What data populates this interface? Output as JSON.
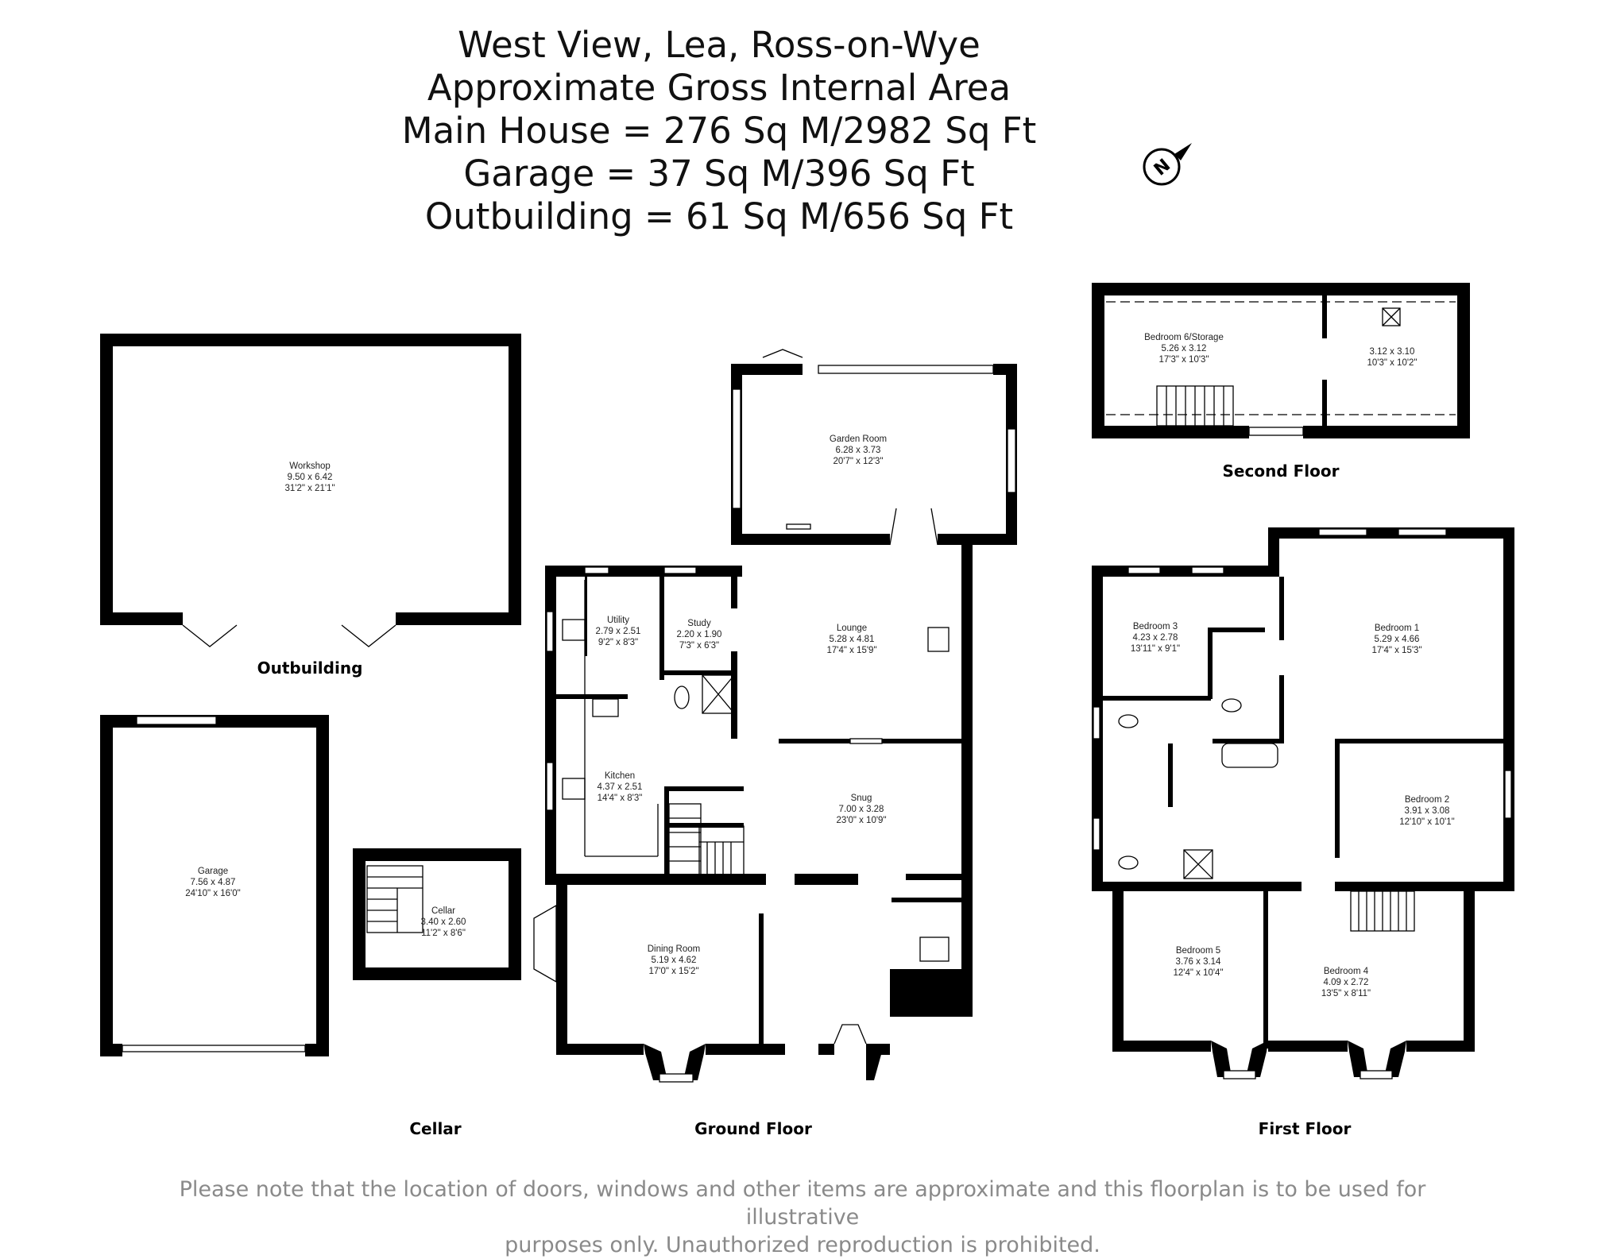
{
  "header": {
    "line1": "West View, Lea, Ross-on-Wye",
    "line2": "Approximate Gross Internal Area",
    "line3": "Main House = 276 Sq M/2982 Sq Ft",
    "line4": "Garage = 37 Sq M/396 Sq Ft",
    "line5": "Outbuilding = 61 Sq M/656 Sq Ft"
  },
  "compass": {
    "icon": "north-arrow-icon",
    "letter": "N"
  },
  "rooms": {
    "workshop": {
      "name": "Workshop",
      "metric": "9.50 x 6.42",
      "imperial": "31'2\" x 21'1\""
    },
    "garage": {
      "name": "Garage",
      "metric": "7.56 x 4.87",
      "imperial": "24'10\" x 16'0\""
    },
    "cellar": {
      "name": "Cellar",
      "metric": "3.40 x 2.60",
      "imperial": "11'2\" x 8'6\""
    },
    "garden_room": {
      "name": "Garden Room",
      "metric": "6.28 x 3.73",
      "imperial": "20'7\" x 12'3\""
    },
    "utility": {
      "name": "Utility",
      "metric": "2.79 x 2.51",
      "imperial": "9'2\" x 8'3\""
    },
    "study": {
      "name": "Study",
      "metric": "2.20 x 1.90",
      "imperial": "7'3\" x 6'3\""
    },
    "lounge": {
      "name": "Lounge",
      "metric": "5.28 x 4.81",
      "imperial": "17'4\" x 15'9\""
    },
    "kitchen": {
      "name": "Kitchen",
      "metric": "4.37 x 2.51",
      "imperial": "14'4\" x 8'3\""
    },
    "snug": {
      "name": "Snug",
      "metric": "7.00 x 3.28",
      "imperial": "23'0\" x 10'9\""
    },
    "dining_room": {
      "name": "Dining Room",
      "metric": "5.19 x 4.62",
      "imperial": "17'0\" x 15'2\""
    },
    "bedroom6": {
      "name": "Bedroom 6/Storage",
      "metric": "5.26 x 3.12",
      "imperial": "17'3\" x 10'3\""
    },
    "storage_2": {
      "metric": "3.12 x 3.10",
      "imperial": "10'3\" x 10'2\""
    },
    "bedroom3": {
      "name": "Bedroom 3",
      "metric": "4.23 x 2.78",
      "imperial": "13'11\" x 9'1\""
    },
    "bedroom1": {
      "name": "Bedroom 1",
      "metric": "5.29 x 4.66",
      "imperial": "17'4\" x 15'3\""
    },
    "bedroom2": {
      "name": "Bedroom 2",
      "metric": "3.91 x 3.08",
      "imperial": "12'10\" x 10'1\""
    },
    "bedroom5": {
      "name": "Bedroom 5",
      "metric": "3.76 x 3.14",
      "imperial": "12'4\" x 10'4\""
    },
    "bedroom4": {
      "name": "Bedroom 4",
      "metric": "4.09 x 2.72",
      "imperial": "13'5\" x 8'11\""
    }
  },
  "labels": {
    "outbuilding": "Outbuilding",
    "second_floor": "Second Floor",
    "cellar": "Cellar",
    "ground_floor": "Ground Floor",
    "first_floor": "First Floor"
  },
  "disclaimer": {
    "line1": "Please note that the location of doors, windows and other items are approximate and this floorplan is to be used for illustrative",
    "line2": "purposes only. Unauthorized reproduction is prohibited."
  }
}
